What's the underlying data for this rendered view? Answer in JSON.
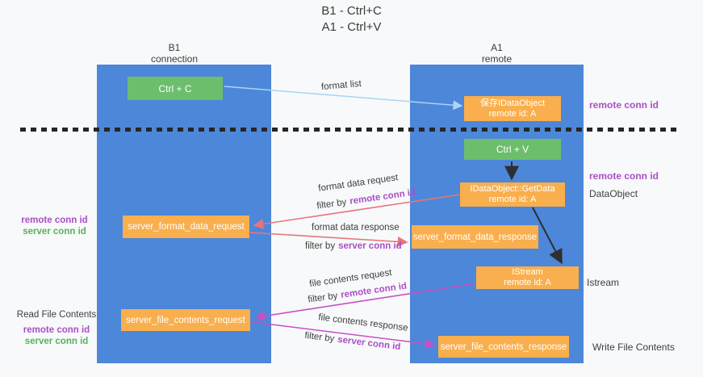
{
  "title": {
    "line1": "B1 - Ctrl+C",
    "line2": "A1 - Ctrl+V"
  },
  "lifelines": {
    "left": {
      "name": "B1",
      "role": "connection"
    },
    "right": {
      "name": "A1",
      "role": "remote"
    }
  },
  "nodes": {
    "ctrl_c": {
      "label": "Ctrl + C"
    },
    "save_idataobject": {
      "line1": "保存IDataObject",
      "line2": "remote id: A"
    },
    "ctrl_v": {
      "label": "Ctrl + V"
    },
    "getdata": {
      "line1": "IDataObject::GetData",
      "line2": "remote id: A"
    },
    "format_request": {
      "label": "server_format_data_request"
    },
    "format_response": {
      "label": "server_format_data_response"
    },
    "istream": {
      "line1": "IStream",
      "line2": "remote id: A"
    },
    "file_request": {
      "label": "server_file_contents_request"
    },
    "file_response": {
      "label": "server_file_contents_response"
    }
  },
  "edge_labels": {
    "format_list": "format list",
    "format_data_request": "format data request",
    "format_data_response": "format data response",
    "file_contents_request": "file contents request",
    "file_contents_response": "file contents response",
    "filter_by": "filter by",
    "remote_conn_id": "remote conn id",
    "server_conn_id": "server conn id"
  },
  "annotations": {
    "remote_conn_id": "remote conn id",
    "server_conn_id": "server conn id",
    "dataobject": "DataObject",
    "istream": "Istream",
    "read_file_contents": "Read File Contents",
    "write_file_contents": "Write File Contents"
  },
  "colors": {
    "lifeline_blue": "#4C87D9",
    "node_green": "#6CBE6C",
    "node_orange": "#F9AF4D",
    "arrow_lightblue": "#A9D5F5",
    "arrow_salmon": "#E8757B",
    "arrow_magenta": "#C750C7",
    "arrow_black": "#2F2F2F",
    "label_purple": "#A94FC6",
    "label_green": "#56B259",
    "label_dark": "#3E3E3E"
  }
}
